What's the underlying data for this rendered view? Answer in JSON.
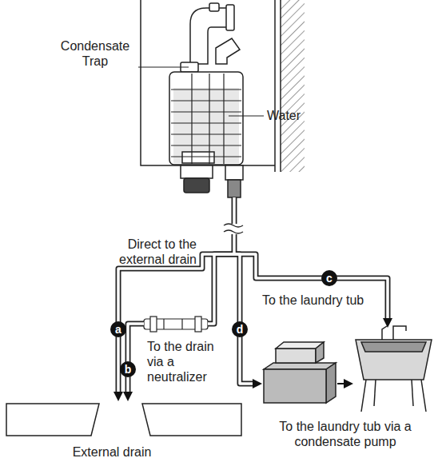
{
  "diagram": {
    "labels": [
      "Condensate Trap",
      "Water",
      "Direct to the external drain",
      "To the drain via a neutralizer",
      "To the laundry tub",
      "To the laundry tub via a condensate pump",
      "External drain",
      "a",
      "b",
      "c",
      "d"
    ]
  }
}
